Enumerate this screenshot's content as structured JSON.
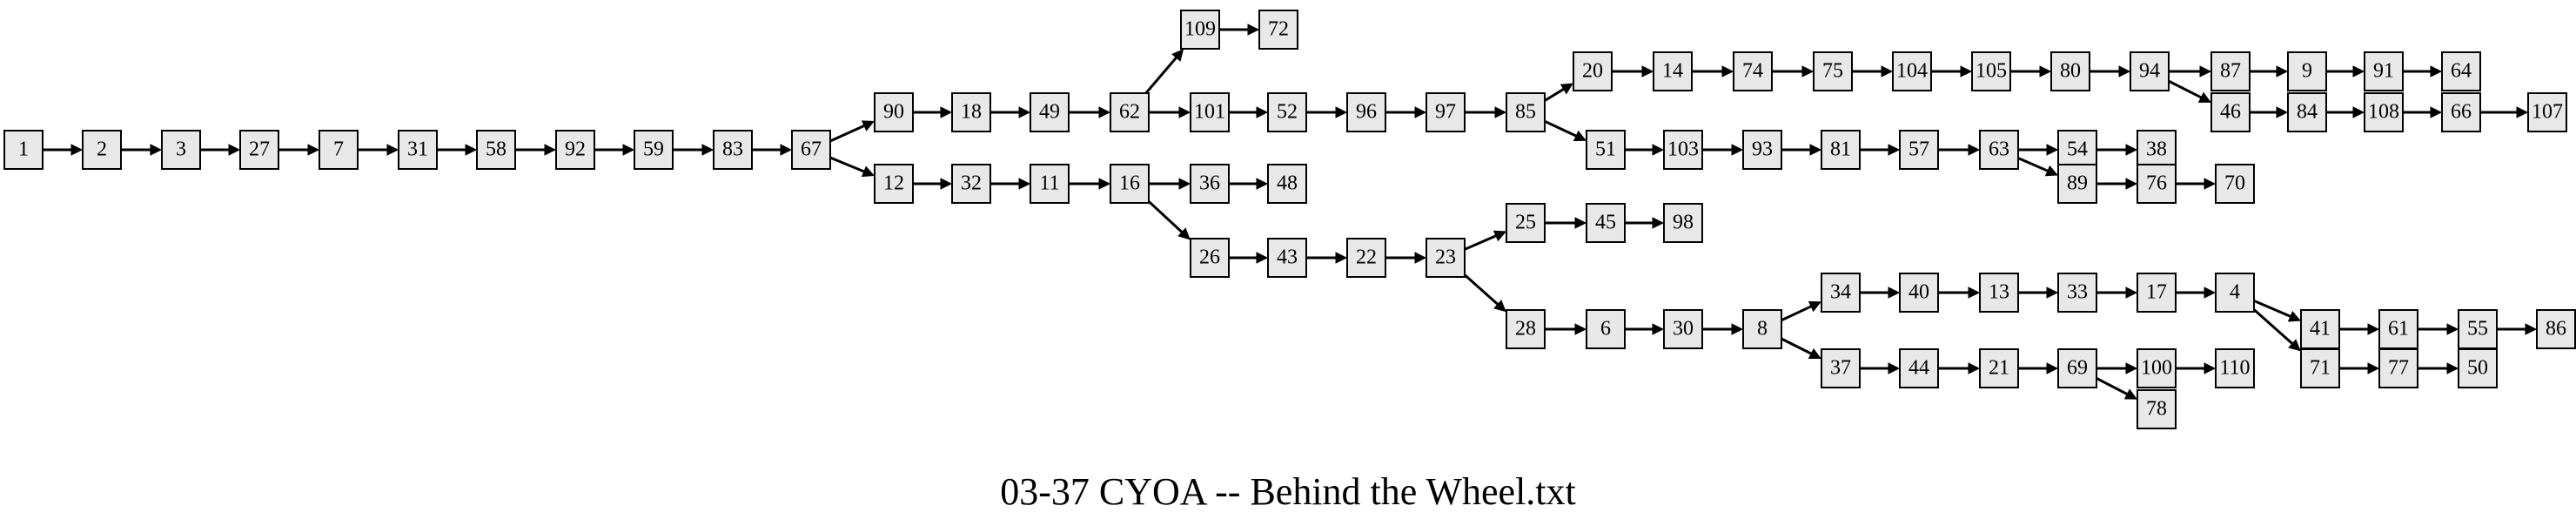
{
  "graph": {
    "caption": "03-37 CYOA -- Behind the Wheel.txt",
    "colors": {
      "node_fill": "#e8e8e8",
      "node_stroke": "#000000",
      "edge": "#000000",
      "text": "#000000"
    },
    "nodes": [
      "1",
      "2",
      "3",
      "27",
      "7",
      "31",
      "58",
      "92",
      "59",
      "83",
      "67",
      "90",
      "18",
      "49",
      "62",
      "109",
      "72",
      "101",
      "52",
      "96",
      "97",
      "85",
      "20",
      "14",
      "74",
      "75",
      "104",
      "105",
      "80",
      "94",
      "87",
      "9",
      "91",
      "64",
      "46",
      "84",
      "108",
      "66",
      "107",
      "51",
      "103",
      "93",
      "81",
      "57",
      "63",
      "54",
      "38",
      "89",
      "76",
      "70",
      "12",
      "32",
      "11",
      "16",
      "36",
      "48",
      "26",
      "43",
      "22",
      "23",
      "25",
      "45",
      "98",
      "28",
      "6",
      "30",
      "8",
      "34",
      "40",
      "13",
      "33",
      "17",
      "4",
      "41",
      "61",
      "55",
      "86",
      "71",
      "77",
      "50",
      "37",
      "44",
      "21",
      "69",
      "100",
      "110",
      "78"
    ],
    "edges": [
      [
        "1",
        "2"
      ],
      [
        "2",
        "3"
      ],
      [
        "3",
        "27"
      ],
      [
        "27",
        "7"
      ],
      [
        "7",
        "31"
      ],
      [
        "31",
        "58"
      ],
      [
        "58",
        "92"
      ],
      [
        "92",
        "59"
      ],
      [
        "59",
        "83"
      ],
      [
        "83",
        "67"
      ],
      [
        "67",
        "90"
      ],
      [
        "67",
        "12"
      ],
      [
        "90",
        "18"
      ],
      [
        "18",
        "49"
      ],
      [
        "49",
        "62"
      ],
      [
        "62",
        "109"
      ],
      [
        "109",
        "72"
      ],
      [
        "62",
        "101"
      ],
      [
        "101",
        "52"
      ],
      [
        "52",
        "96"
      ],
      [
        "96",
        "97"
      ],
      [
        "97",
        "85"
      ],
      [
        "85",
        "20"
      ],
      [
        "20",
        "14"
      ],
      [
        "14",
        "74"
      ],
      [
        "74",
        "75"
      ],
      [
        "75",
        "104"
      ],
      [
        "104",
        "105"
      ],
      [
        "105",
        "80"
      ],
      [
        "80",
        "94"
      ],
      [
        "94",
        "87"
      ],
      [
        "87",
        "9"
      ],
      [
        "9",
        "91"
      ],
      [
        "91",
        "64"
      ],
      [
        "94",
        "46"
      ],
      [
        "46",
        "84"
      ],
      [
        "84",
        "108"
      ],
      [
        "108",
        "66"
      ],
      [
        "66",
        "107"
      ],
      [
        "85",
        "51"
      ],
      [
        "51",
        "103"
      ],
      [
        "103",
        "93"
      ],
      [
        "93",
        "81"
      ],
      [
        "81",
        "57"
      ],
      [
        "57",
        "63"
      ],
      [
        "63",
        "54"
      ],
      [
        "54",
        "38"
      ],
      [
        "63",
        "89"
      ],
      [
        "89",
        "76"
      ],
      [
        "76",
        "70"
      ],
      [
        "12",
        "32"
      ],
      [
        "32",
        "11"
      ],
      [
        "11",
        "16"
      ],
      [
        "16",
        "36"
      ],
      [
        "36",
        "48"
      ],
      [
        "16",
        "26"
      ],
      [
        "26",
        "43"
      ],
      [
        "43",
        "22"
      ],
      [
        "22",
        "23"
      ],
      [
        "23",
        "25"
      ],
      [
        "25",
        "45"
      ],
      [
        "45",
        "98"
      ],
      [
        "23",
        "28"
      ],
      [
        "28",
        "6"
      ],
      [
        "6",
        "30"
      ],
      [
        "30",
        "8"
      ],
      [
        "8",
        "34"
      ],
      [
        "34",
        "40"
      ],
      [
        "40",
        "13"
      ],
      [
        "13",
        "33"
      ],
      [
        "33",
        "17"
      ],
      [
        "17",
        "4"
      ],
      [
        "4",
        "41"
      ],
      [
        "41",
        "61"
      ],
      [
        "61",
        "55"
      ],
      [
        "55",
        "86"
      ],
      [
        "4",
        "71"
      ],
      [
        "71",
        "77"
      ],
      [
        "77",
        "50"
      ],
      [
        "8",
        "37"
      ],
      [
        "37",
        "44"
      ],
      [
        "44",
        "21"
      ],
      [
        "21",
        "69"
      ],
      [
        "69",
        "100"
      ],
      [
        "100",
        "110"
      ],
      [
        "69",
        "78"
      ]
    ]
  }
}
